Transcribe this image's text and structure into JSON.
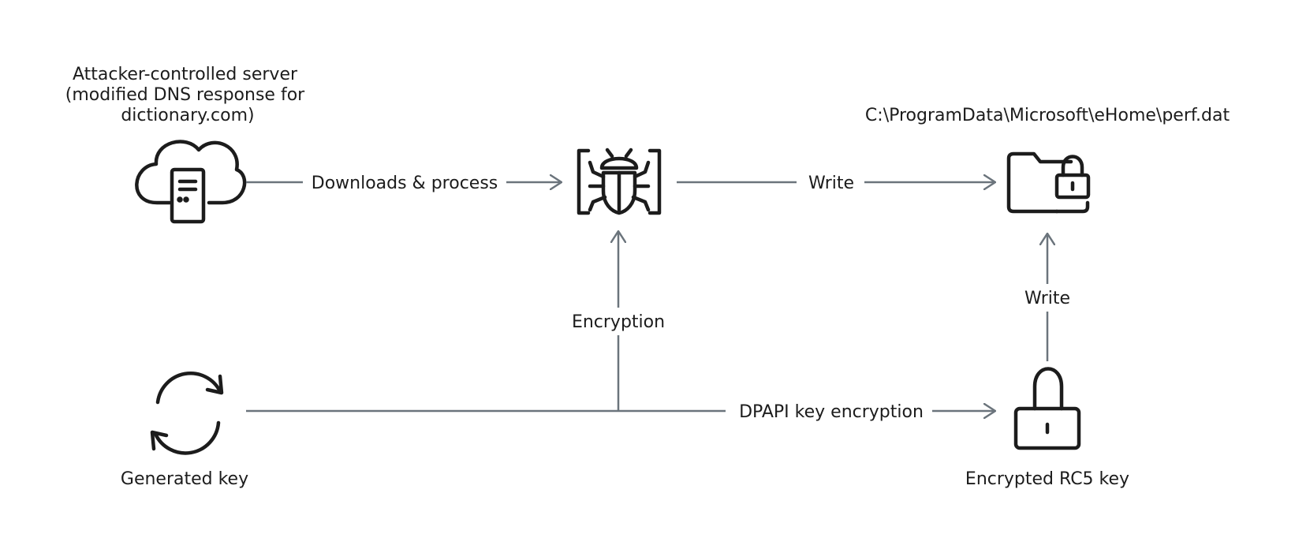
{
  "nodes": {
    "server": {
      "label_lines": [
        "Attacker-controlled server",
        "(modified DNS response for",
        "dictionary.com)"
      ],
      "icon": "cloud-server-icon"
    },
    "malware": {
      "icon": "bug-icon"
    },
    "file": {
      "label": "C:\\ProgramData\\Microsoft\\eHome\\perf.dat",
      "icon": "locked-folder-icon"
    },
    "generated_key": {
      "label": "Generated key",
      "icon": "refresh-cycle-icon"
    },
    "encrypted_key": {
      "label": "Encrypted RC5 key",
      "icon": "padlock-icon"
    }
  },
  "edges": {
    "downloads": "Downloads & process",
    "write_file": "Write",
    "encryption": "Encryption",
    "dpapi": "DPAPI key encryption",
    "write_key": "Write"
  },
  "colors": {
    "edge": "#6b747c",
    "icon": "#1c1c1c",
    "text": "#1c1c1c"
  }
}
